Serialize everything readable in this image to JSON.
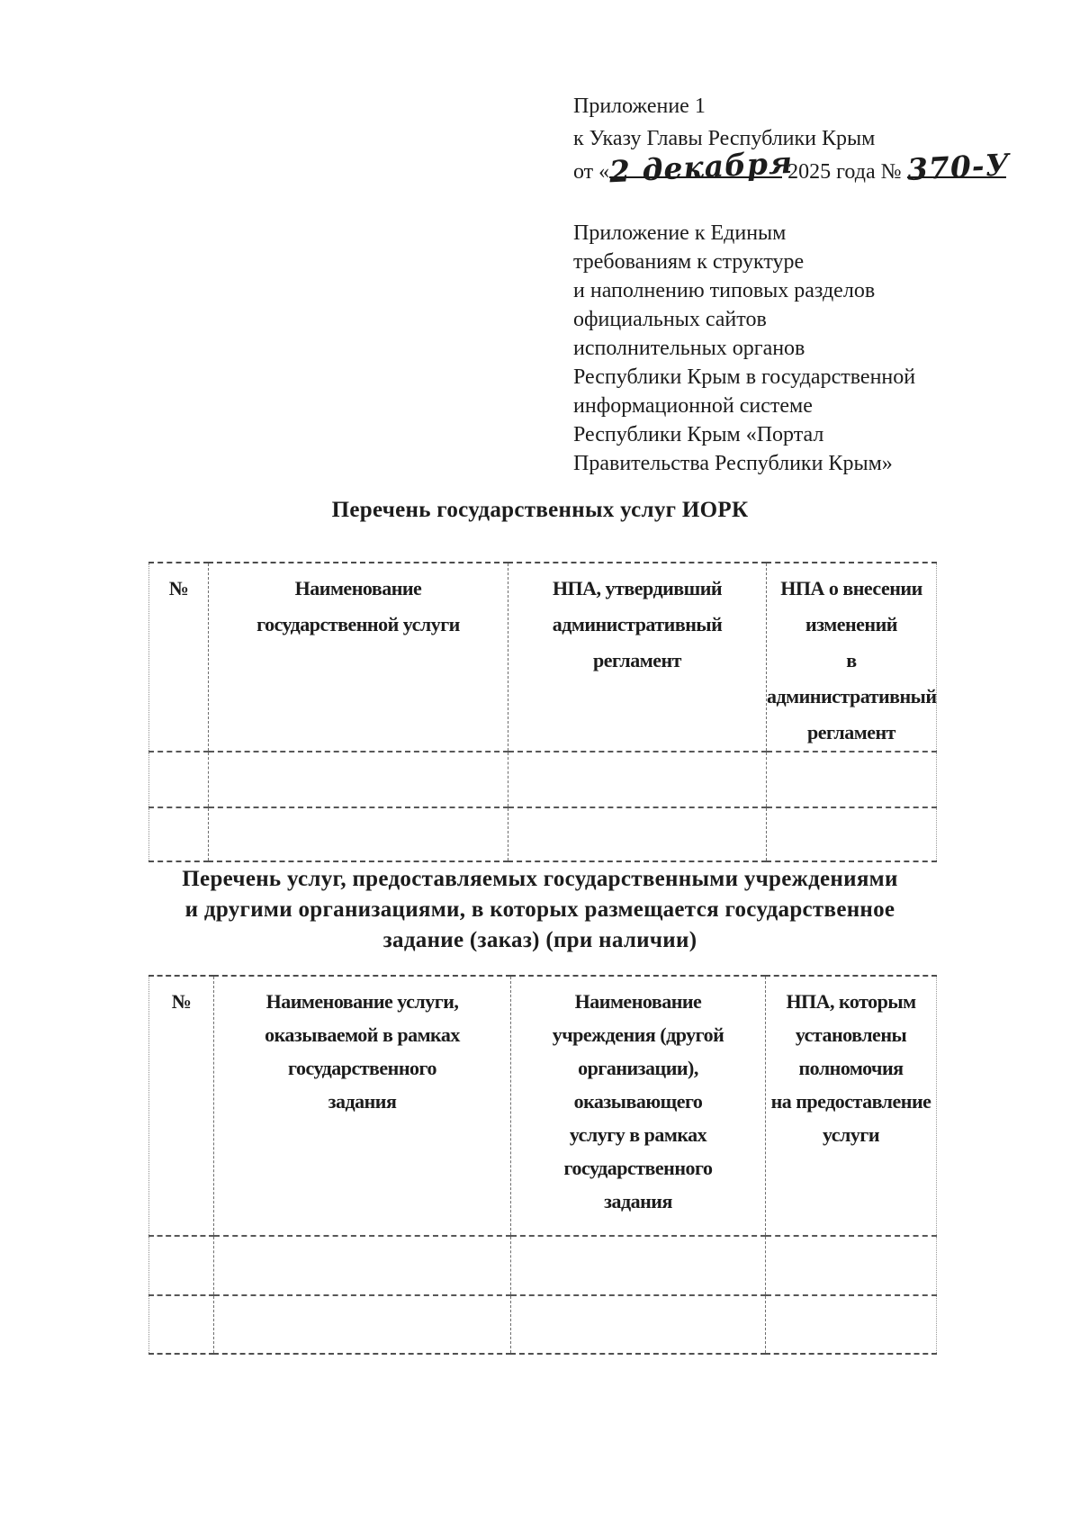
{
  "appendix": {
    "line1": "Приложение 1",
    "line2": "к Указу Главы Республики Крым",
    "date_prefix": "от «",
    "handwritten_date": "2 декабря",
    "date_suffix": "2025 года №",
    "handwritten_number": "370-У"
  },
  "reference": {
    "lines": [
      "Приложение к Единым",
      "требованиям к структуре",
      "и наполнению типовых разделов",
      "официальных сайтов",
      "исполнительных органов",
      "Республики Крым в государственной",
      "информационной системе",
      "Республики Крым «Портал",
      "Правительства Республики Крым»"
    ]
  },
  "section1": {
    "title": "Перечень государственных услуг ИОРК",
    "table": {
      "headers": [
        "№",
        "Наименование\nгосударственной услуги",
        "НПА, утвердивший\nадминистративный\nрегламент",
        "НПА о внесении\nизменений\nв административный\nрегламент"
      ],
      "rows": [
        [
          "",
          "",
          "",
          ""
        ],
        [
          "",
          "",
          "",
          ""
        ]
      ]
    }
  },
  "section2": {
    "title": "Перечень услуг, предоставляемых государственными учреждениями\nи другими организациями, в которых размещается государственное\nзадание (заказ) (при наличии)",
    "table": {
      "headers": [
        "№",
        "Наименование услуги,\nоказываемой в рамках\nгосударственного\nзадания",
        "Наименование\nучреждения (другой\nорганизации),\nоказывающего\nуслугу в рамках\nгосударственного\nзадания",
        "НПА, которым\nустановлены\nполномочия\nна предоставление\nуслуги"
      ],
      "rows": [
        [
          "",
          "",
          "",
          ""
        ],
        [
          "",
          "",
          "",
          ""
        ]
      ]
    }
  }
}
